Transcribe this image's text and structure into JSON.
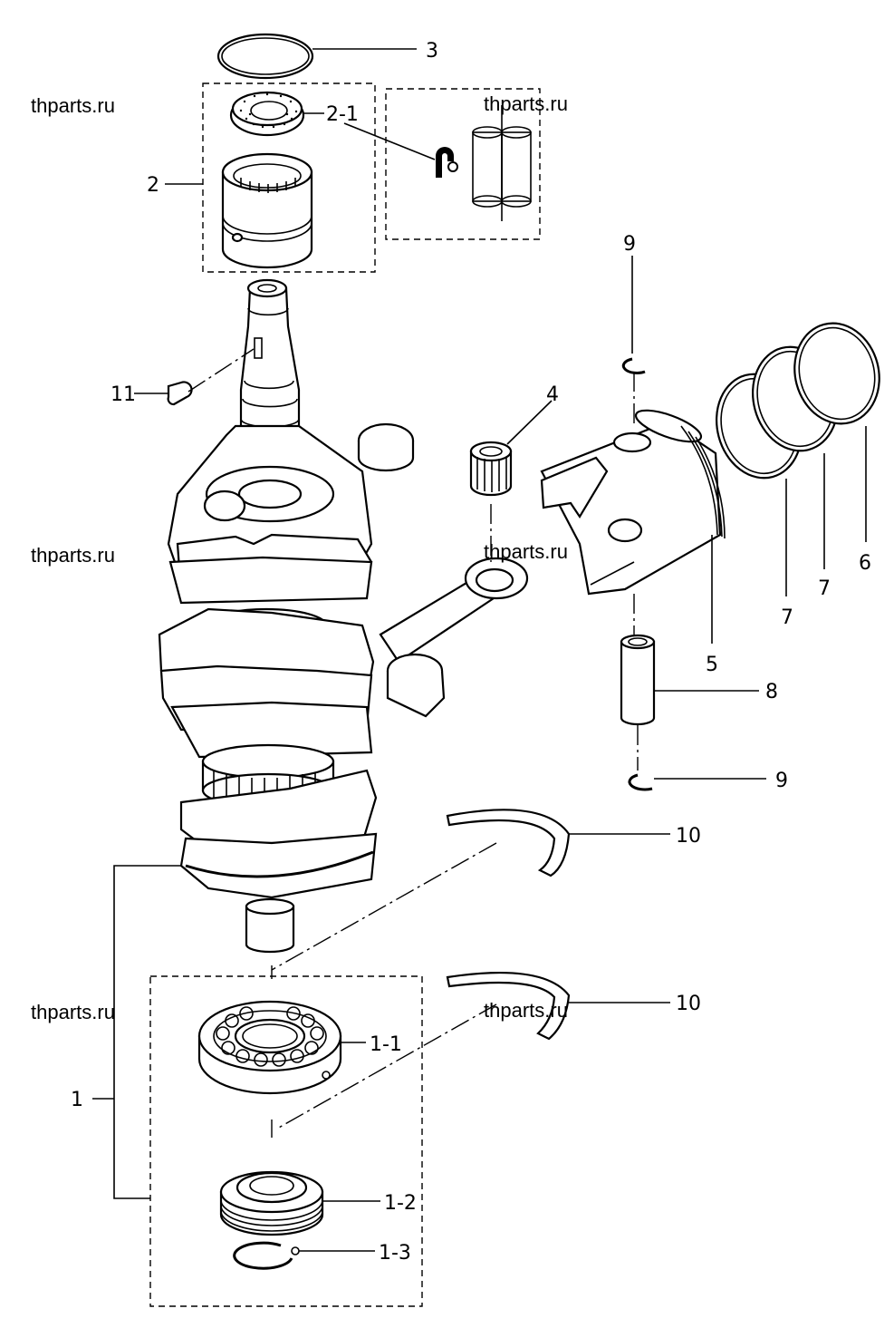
{
  "watermarks": [
    {
      "id": "wm-1",
      "text": "thparts.ru"
    },
    {
      "id": "wm-2",
      "text": "thparts.ru"
    },
    {
      "id": "wm-3",
      "text": "thparts.ru"
    },
    {
      "id": "wm-4",
      "text": "thparts.ru"
    },
    {
      "id": "wm-5",
      "text": "thparts.ru"
    },
    {
      "id": "wm-6",
      "text": "thparts.ru"
    }
  ],
  "callouts": {
    "c3": "3",
    "c2_1": "2-1",
    "c2": "2",
    "c11": "11",
    "c9_top": "9",
    "c4": "4",
    "c7_a": "7",
    "c7_b": "7",
    "c6": "6",
    "c5": "5",
    "c8": "8",
    "c9_bot": "9",
    "c10_a": "10",
    "c10_b": "10",
    "c1_1": "1-1",
    "c1": "1",
    "c1_2": "1-2",
    "c1_3": "1-3"
  }
}
